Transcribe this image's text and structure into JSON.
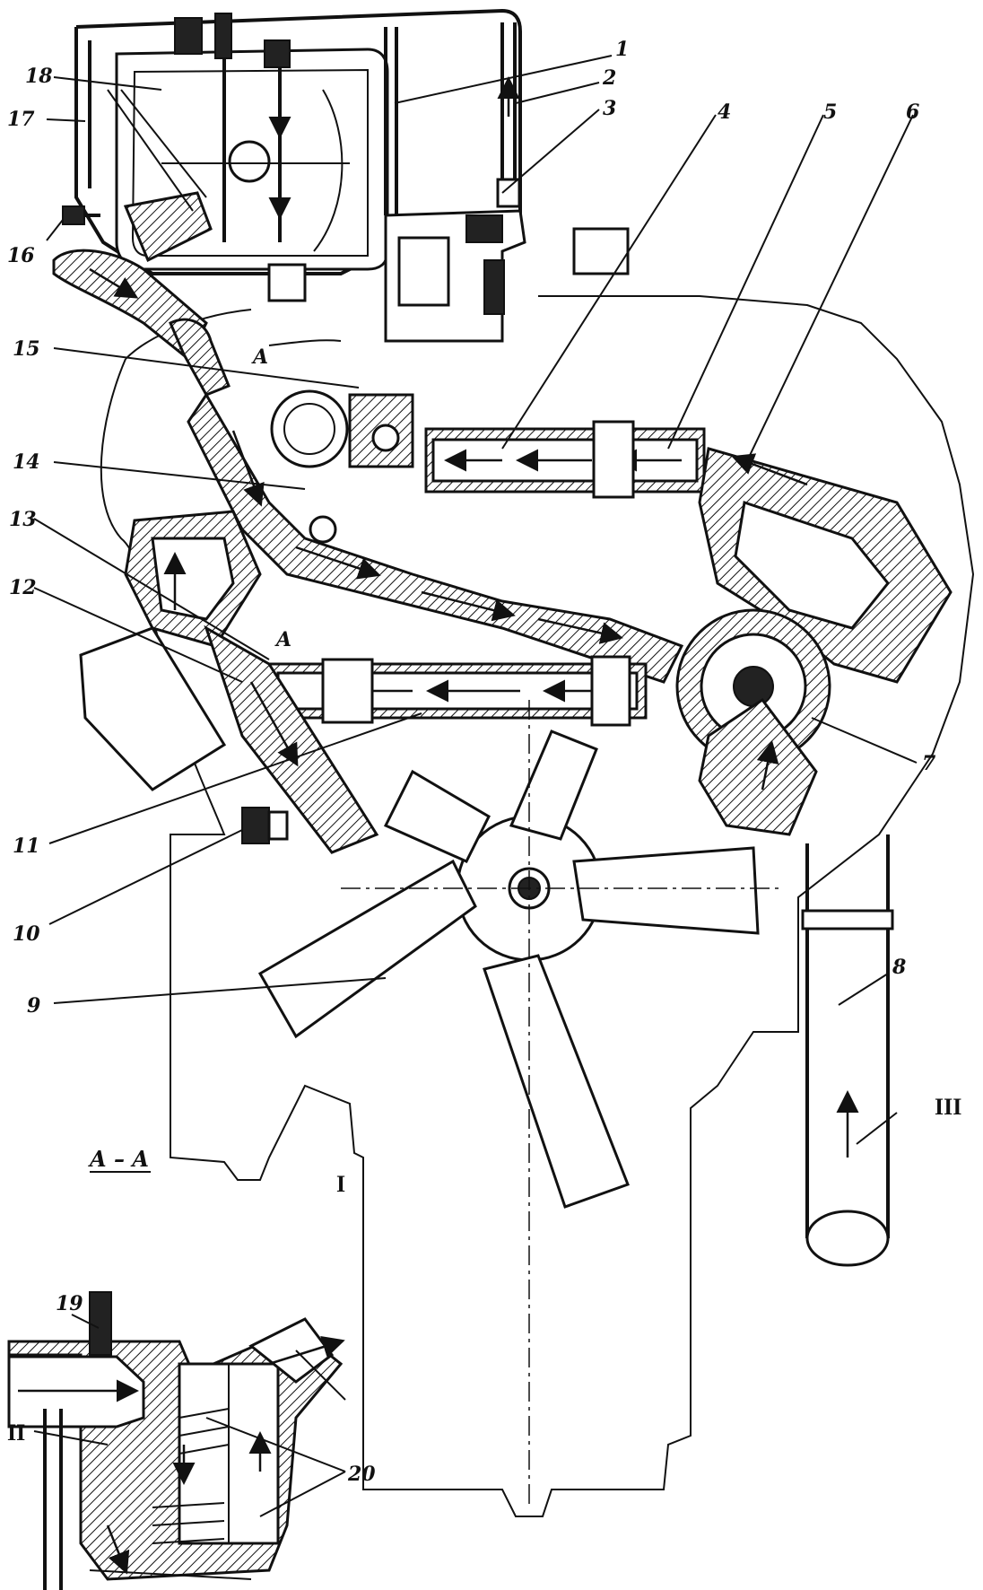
{
  "callouts": [
    {
      "id": "1",
      "text": "1"
    },
    {
      "id": "2",
      "text": "2"
    },
    {
      "id": "3",
      "text": "3"
    },
    {
      "id": "4",
      "text": "4"
    },
    {
      "id": "5",
      "text": "5"
    },
    {
      "id": "6",
      "text": "6"
    },
    {
      "id": "7",
      "text": "7"
    },
    {
      "id": "8",
      "text": "8"
    },
    {
      "id": "9",
      "text": "9"
    },
    {
      "id": "10",
      "text": "10"
    },
    {
      "id": "11",
      "text": "11"
    },
    {
      "id": "12",
      "text": "12"
    },
    {
      "id": "13",
      "text": "13"
    },
    {
      "id": "14",
      "text": "14"
    },
    {
      "id": "15",
      "text": "15"
    },
    {
      "id": "16",
      "text": "16"
    },
    {
      "id": "17",
      "text": "17"
    },
    {
      "id": "18",
      "text": "18"
    },
    {
      "id": "19",
      "text": "19"
    },
    {
      "id": "20",
      "text": "20"
    }
  ],
  "section_label": "A – A",
  "section_marks": {
    "upper": "A",
    "lower": "A"
  },
  "flow_marks": {
    "I": "I",
    "II": "II",
    "III": "III"
  }
}
